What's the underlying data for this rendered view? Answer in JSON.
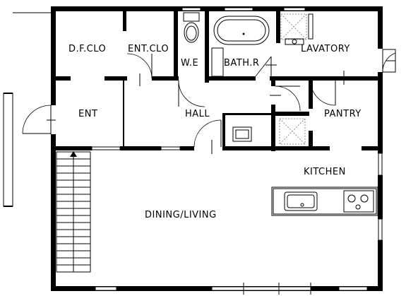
{
  "rooms": {
    "dfclo": "D.F.CLO",
    "entclo": "ENT.CLO",
    "we": "W.E",
    "bathr": "BATH.R",
    "lavatory": "LAVATORY",
    "ent": "ENT",
    "hall": "HALL",
    "pantry": "PANTRY",
    "kitchen": "KITCHEN",
    "dining": "DINING/LIVING"
  },
  "colors": {
    "wall": "#000000",
    "background": "#ffffff"
  }
}
